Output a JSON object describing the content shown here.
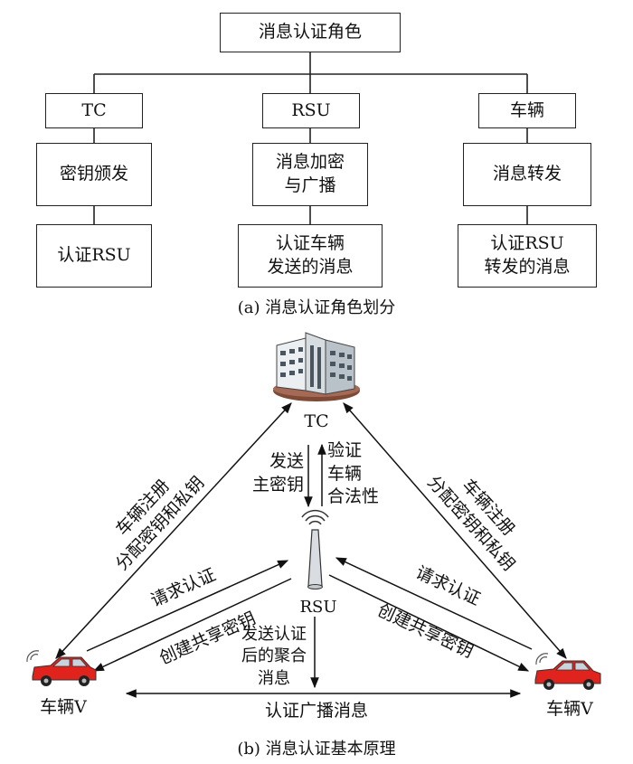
{
  "part_a": {
    "root": "消息认证角色",
    "columns": [
      {
        "role": "TC",
        "function": "密钥颁发",
        "task": "认证RSU"
      },
      {
        "role": "RSU",
        "function": "消息加密\n与广播",
        "task": "认证车辆\n发送的消息"
      },
      {
        "role": "车辆",
        "function": "消息转发",
        "task": "认证RSU\n转发的消息"
      }
    ],
    "caption": "(a) 消息认证角色划分"
  },
  "part_b": {
    "tc_label": "TC",
    "rsu_label": "RSU",
    "vehicle_left_label": "车辆V",
    "vehicle_right_label": "车辆V",
    "tc_to_rsu": "发送\n主密钥",
    "rsu_to_tc": "验证\n车辆\n合法性",
    "left_registration": "车辆注册\n分配密钥和私钥",
    "right_registration": "车辆注册\n分配密钥和私钥",
    "left_request": "请求认证",
    "left_shared_key": "创建共享密钥",
    "right_request": "请求认证",
    "right_shared_key": "创建共享密钥",
    "aggregate": "发送认证\n后的聚合\n消息",
    "broadcast": "认证广播消息",
    "caption": "(b) 消息认证基本原理"
  },
  "colors": {
    "car_body": "#e0231c",
    "car_window": "#c9d3dc",
    "building_roof": "#9b6a52"
  },
  "icons": [
    "building-icon",
    "antenna-icon",
    "car-icon"
  ]
}
